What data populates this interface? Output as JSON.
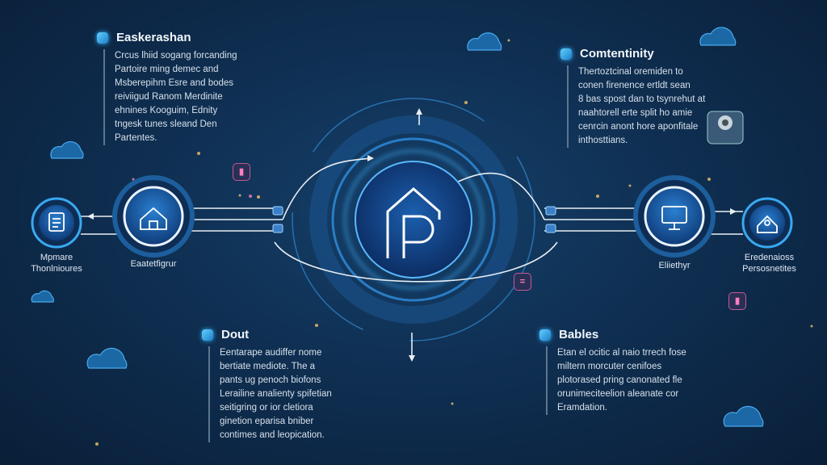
{
  "blocks": [
    {
      "title": "Easkerashan",
      "lines": [
        "Crcus lhiid sogang forcanding",
        "Partoire ming demec and",
        "Msberepihm Esre and bodes",
        "reiviigud Ranom Merdinite",
        "ehnines Kooguim, Ednity",
        "tngesk tunes sleand Den",
        "Partentes."
      ]
    },
    {
      "title": "Comtentinity",
      "lines": [
        "Thertoztcinal oremiden to",
        "conen firenence ertldt sean",
        "8 bas spost dan to tsynrehut at",
        "naahtorell erte split ho amie",
        "cenrcin anont hore aponfitale",
        "inthosttians."
      ]
    },
    {
      "title": "Dout",
      "lines": [
        "Eentarape audiffer nome",
        "bertiate mediote. The a",
        "pants ug penoch biofons",
        "Lerailine analienty spifetian",
        "seitigring or ior cletiora",
        "ginetion eparisa bniber",
        "contimes and leopication."
      ]
    },
    {
      "title": "Bables",
      "lines": [
        "Etan el ocitic al naio trrech fose",
        "miltern morcuter cenifoes",
        "plotorased pring canonated fle",
        "orunimeciteelion aleanate cor",
        "Eramdation."
      ]
    }
  ],
  "nodes": [
    {
      "label": "Mpmare\nThonlnioures",
      "icon": "document-icon"
    },
    {
      "label": "Eaatetfigrur",
      "icon": "home-icon"
    },
    {
      "label": "Eliiethyr",
      "icon": "monitor-icon"
    },
    {
      "label": "Eredenaioss\nPersosnetites",
      "icon": "user-badge-icon"
    }
  ],
  "center": {
    "letter": "p",
    "icon": "house-p-logo-icon"
  },
  "badges": [
    "▮",
    "=",
    "▮"
  ],
  "colors": {
    "accent": "#3aa8f0",
    "badge": "#c05b93",
    "bg": "#0f2f52"
  }
}
